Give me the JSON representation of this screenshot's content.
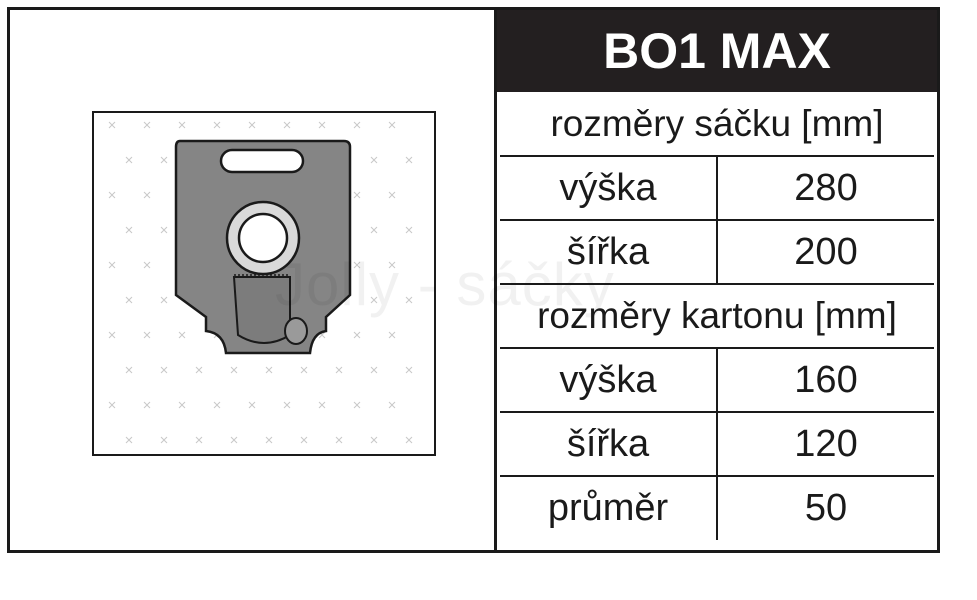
{
  "title": "BO1 MAX",
  "watermark": "Jolly - sáčky",
  "bag_dimensions": {
    "heading": "rozměry sáčku [mm]",
    "rows": [
      {
        "label": "výška",
        "value": "280"
      },
      {
        "label": "šířka",
        "value": "200"
      }
    ]
  },
  "carton_dimensions": {
    "heading": "rozměry kartonu [mm]",
    "rows": [
      {
        "label": "výška",
        "value": "160"
      },
      {
        "label": "šířka",
        "value": "120"
      },
      {
        "label": "průměr",
        "value": "50"
      }
    ]
  },
  "colors": {
    "title_background": "#231f20",
    "bag_fill": "#858585",
    "border": "#1a1a1a"
  }
}
